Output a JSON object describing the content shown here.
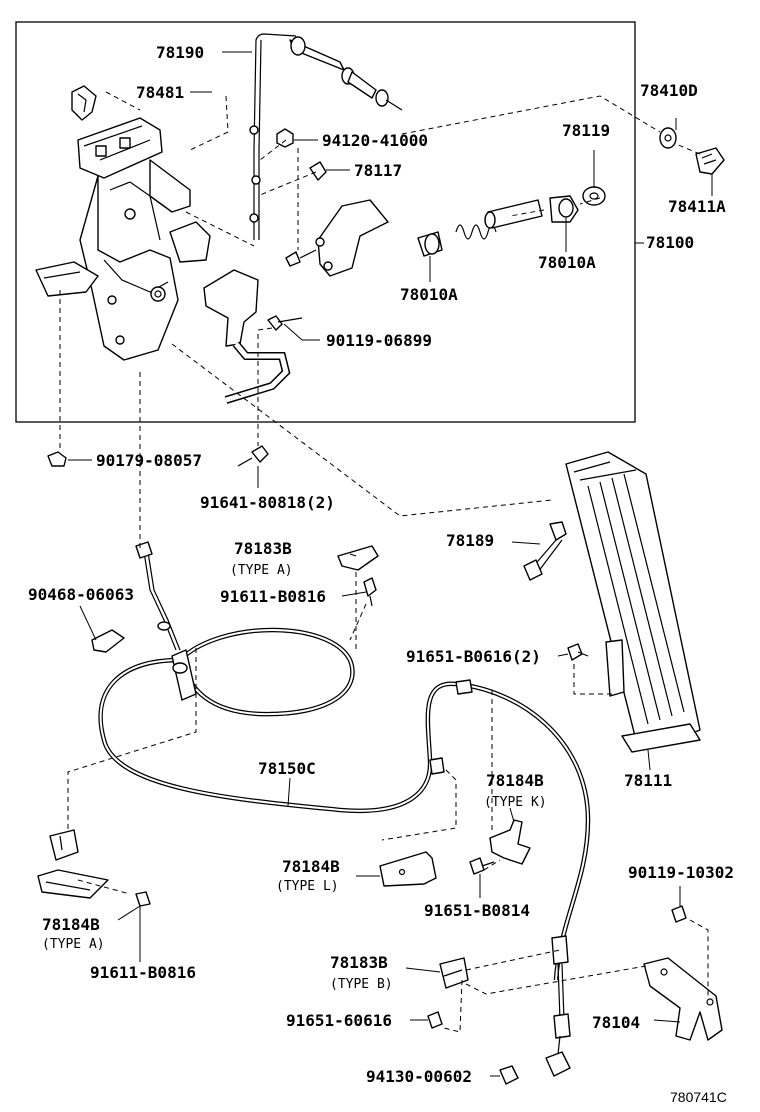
{
  "figure_code": "780741C",
  "labels": {
    "p78190": "78190",
    "p78481": "78481",
    "p94120_41000": "94120-41000",
    "p78117": "78117",
    "p78410D": "78410D",
    "p78119": "78119",
    "p78411A": "78411A",
    "p78100": "78100",
    "p78010A_right": "78010A",
    "p78010A_left": "78010A",
    "p90119_06899": "90119-06899",
    "p90179_08057": "90179-08057",
    "p91641_80818": "91641-80818(2)",
    "p78189": "78189",
    "p78183B_a": "78183B",
    "type_a_1": "(TYPE A)",
    "p91611_B0816_top": "91611-B0816",
    "p90468_06063": "90468-06063",
    "p91651_B0616": "91651-B0616(2)",
    "p78150C": "78150C",
    "p78184B_k": "78184B",
    "type_k": "(TYPE K)",
    "p78111": "78111",
    "p78184B_l": "78184B",
    "type_l": "(TYPE L)",
    "p91651_B0814": "91651-B0814",
    "p90119_10302": "90119-10302",
    "p78184B_a": "78184B",
    "type_a_2": "(TYPE A)",
    "p91611_B0816_bottom": "91611-B0816",
    "p78183B_b": "78183B",
    "type_b": "(TYPE B)",
    "p91651_60616": "91651-60616",
    "p78104": "78104",
    "p94130_00602": "94130-00602"
  }
}
